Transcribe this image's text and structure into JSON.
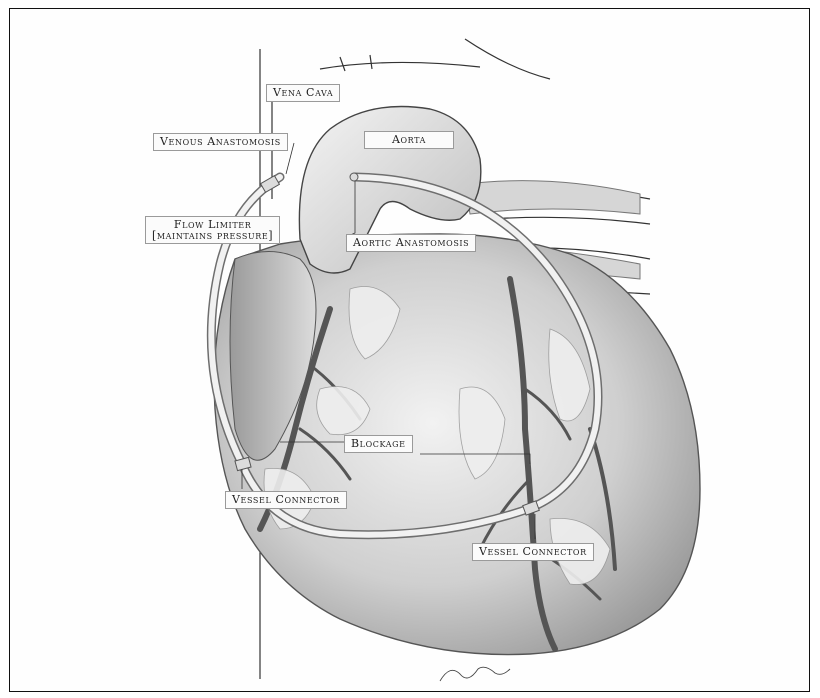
{
  "labels": {
    "vena_cava": "Vena Cava",
    "venous_anastomosis": "Venous Anastomosis",
    "aorta": "Aorta",
    "flow_limiter_line1": "Flow Limiter",
    "flow_limiter_line2": "[maintains pressure]",
    "aortic_anastomosis": "Aortic Anastomosis",
    "blockage": "Blockage",
    "vessel_connector_left": "Vessel Connector",
    "vessel_connector_right": "Vessel Connector"
  },
  "colors": {
    "frame_border": "#111111",
    "label_border": "#9a9a9a",
    "heart_shade": "#bdbdbd",
    "vessel_dark": "#555555",
    "tube": "#e8e8e8"
  }
}
